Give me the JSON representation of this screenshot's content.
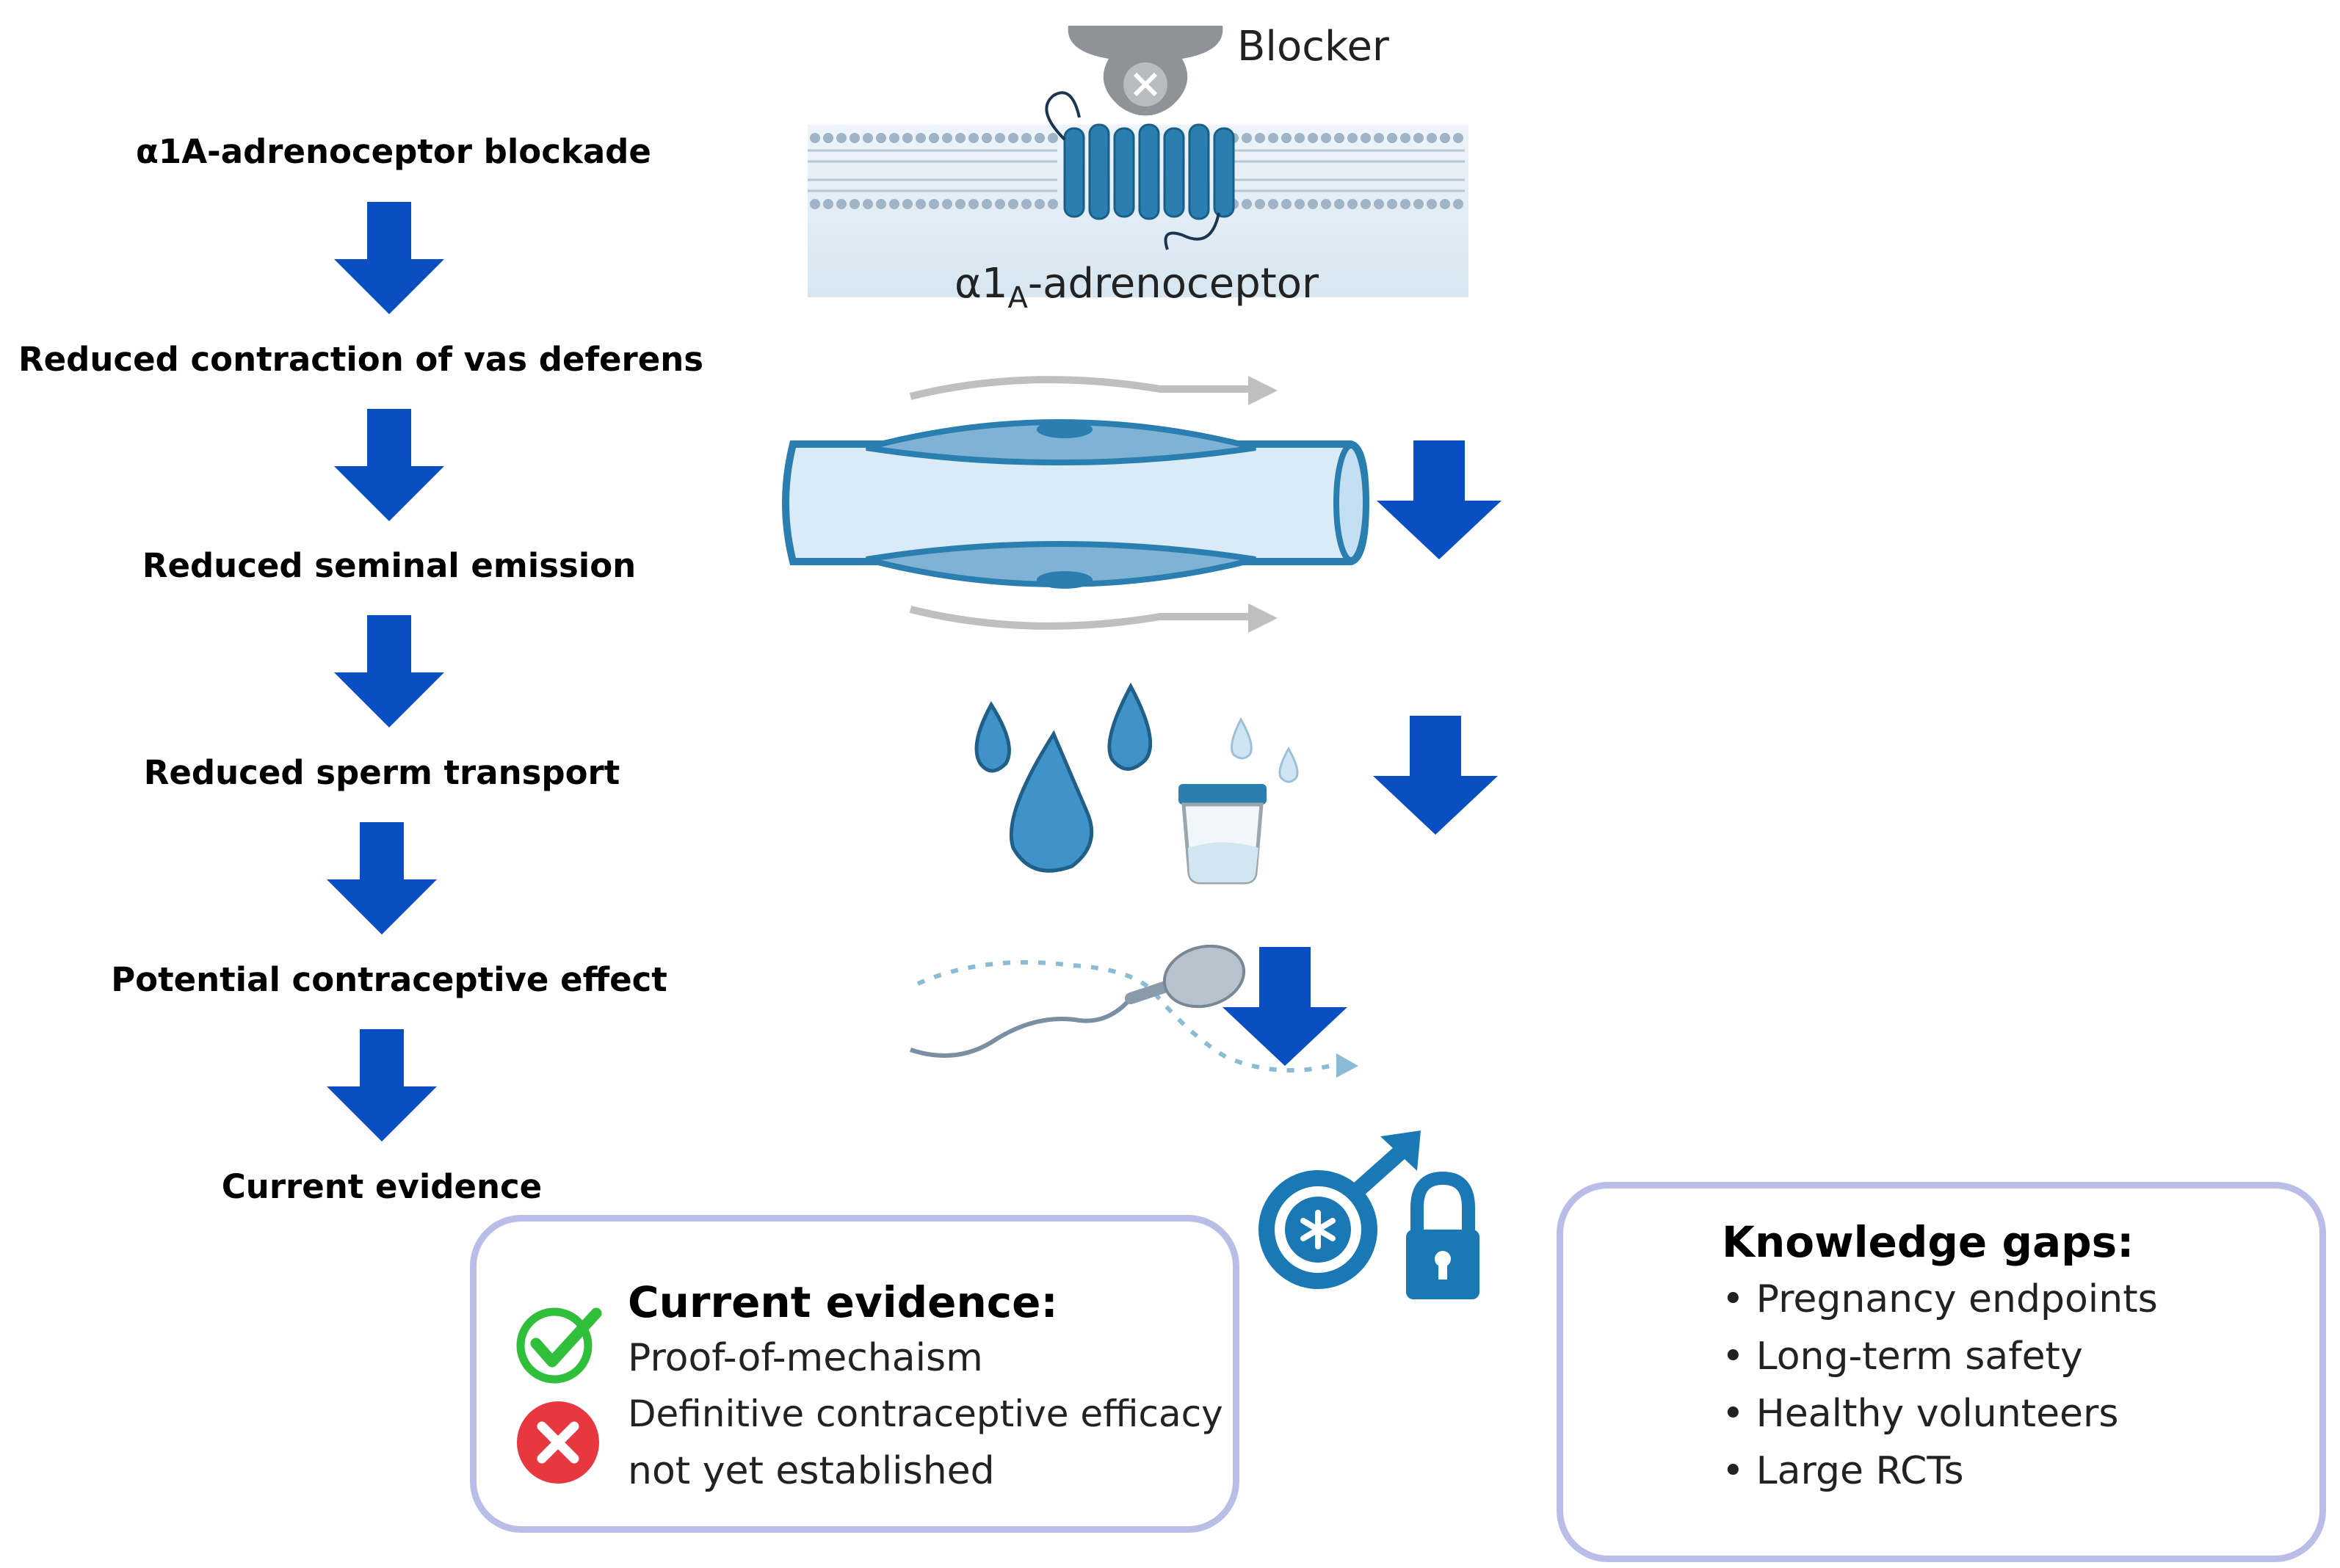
{
  "flow": {
    "steps": [
      "α1A-adrenoceptor blockade",
      "Reduced contraction of vas deferens",
      "Reduced seminal emission",
      "Reduced sperm transport",
      "Potential contraceptive effect",
      "Current evidence"
    ]
  },
  "illustration": {
    "blocker_label": "Blocker",
    "receptor_label_prefix": "α1",
    "receptor_label_sub": "A",
    "receptor_label_suffix": "-adrenoceptor"
  },
  "evidence": {
    "title": "Current evidence:",
    "positive": "Proof-of-mechaism",
    "negative_line1": "Definitive contraceptive efficacy",
    "negative_line2": "not yet established"
  },
  "gaps": {
    "title": "Knowledge gaps:",
    "items": [
      "Pregnancy endpoints",
      "Long-term safety",
      "Healthy volunteers",
      "Large RCTs"
    ]
  },
  "colors": {
    "arrow_blue": "#0a4fc2",
    "illustration_blue": "#2a7fb0",
    "box_border": "#b9bde8",
    "check_green": "#2fbf3a",
    "cross_red": "#e8373f"
  }
}
